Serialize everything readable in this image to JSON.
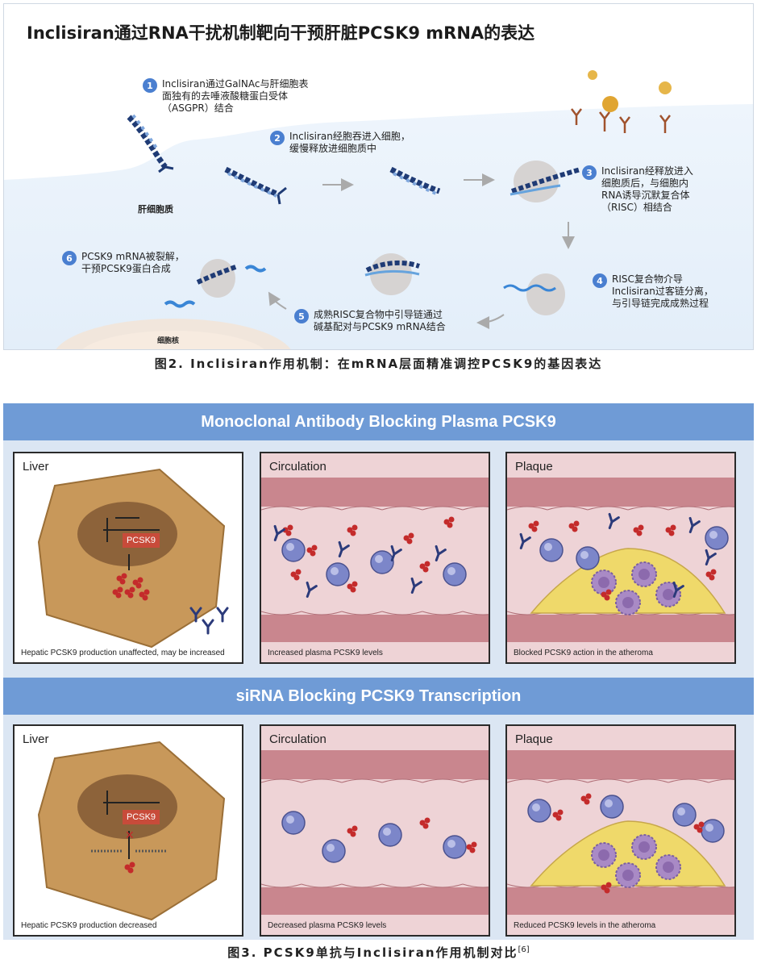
{
  "fig2": {
    "title": "Inclisiran通过RNA干扰机制靶向干预肝脏PCSK9 mRNA的表达",
    "steps": [
      {
        "num": "1",
        "text": "Inclisiran通过GalNAc与肝细胞表\n面独有的去唾液酸糖蛋白受体\n（ASGPR）结合"
      },
      {
        "num": "2",
        "text": "Inclisiran经胞吞进入细胞，\n缓慢释放进细胞质中"
      },
      {
        "num": "3",
        "text": "Inclisiran经释放进入\n细胞质后，与细胞内\nRNA诱导沉默复合体\n（RISC）相结合"
      },
      {
        "num": "4",
        "text": "RISC复合物介导\nInclisiran过客链分离，\n与引导链完成成熟过程"
      },
      {
        "num": "5",
        "text": "成熟RISC复合物中引导链通过\n碱基配对与PCSK9 mRNA结合"
      },
      {
        "num": "6",
        "text": "PCSK9 mRNA被裂解，\n干预PCSK9蛋白合成"
      }
    ],
    "cytoplasm_label": "肝细胞质",
    "nucleus_label": "细胞核",
    "caption": "图2. Inclisiran作用机制：在mRNA层面精准调控PCSK9的基因表达"
  },
  "fig3": {
    "band1": "Monoclonal Antibody Blocking Plasma PCSK9",
    "band2": "siRNA Blocking PCSK9 Transcription",
    "row1": [
      {
        "title": "Liver",
        "caption": "Hepatic PCSK9 production unaffected, may be increased",
        "gene": "PCSK9"
      },
      {
        "title": "Circulation",
        "caption": "Increased plasma PCSK9 levels"
      },
      {
        "title": "Plaque",
        "caption": "Blocked PCSK9 action in the atheroma"
      }
    ],
    "row2": [
      {
        "title": "Liver",
        "caption": "Hepatic PCSK9 production decreased",
        "gene": "PCSK9"
      },
      {
        "title": "Circulation",
        "caption": "Decreased plasma PCSK9 levels"
      },
      {
        "title": "Plaque",
        "caption": "Reduced PCSK9 levels in the atheroma"
      }
    ],
    "caption": "图3. PCSK9单抗与Inclisiran作用机制对比",
    "citation": "[6]"
  },
  "colors": {
    "band": "#6f9bd6",
    "cell": "#c8985a",
    "vessel": "#c9868e",
    "plaque": "#efd96a",
    "pcsk9": "#c42b2b",
    "antibody": "#2b3a7a",
    "step": "#4a7fd0"
  }
}
